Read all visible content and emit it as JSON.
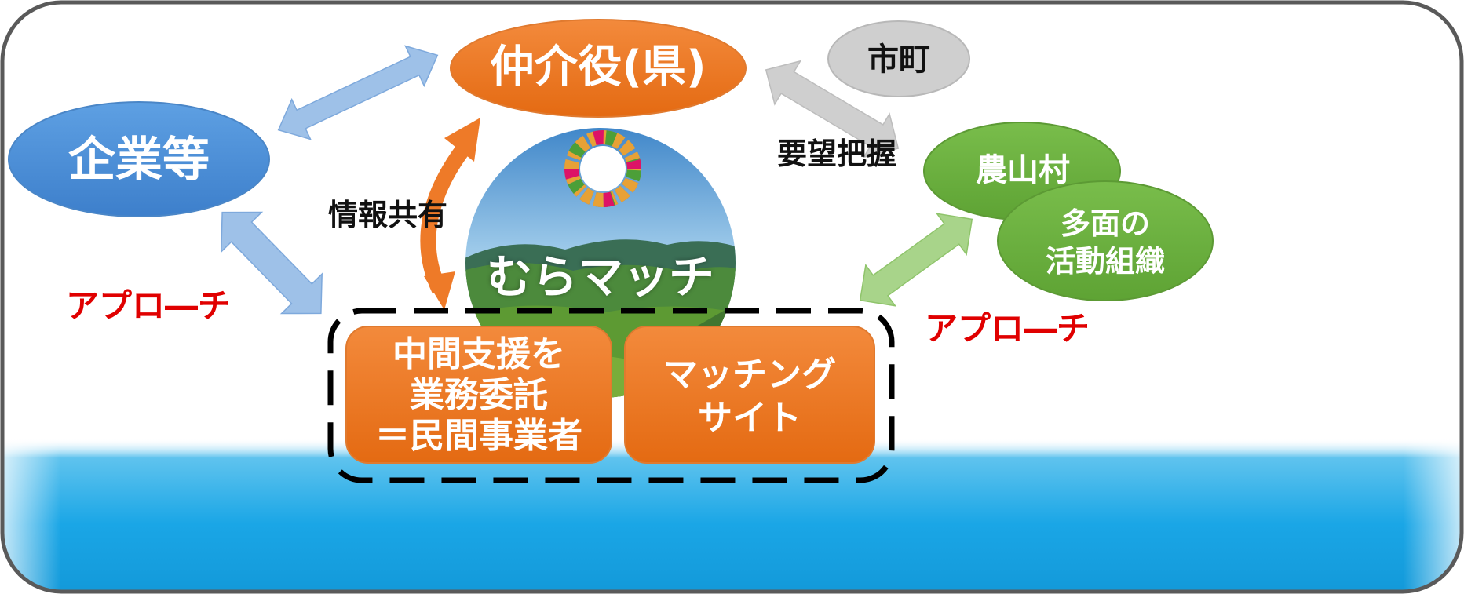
{
  "nodes": {
    "mediator": "仲介役(県)",
    "companies": "企業等",
    "municipality": "市町",
    "village": "農山村",
    "activity_org": "多面の\n活動組織",
    "platform": "むらマッチ",
    "intermediary": "中間支援を\n業務委託\n＝民間事業者",
    "matching_site": "マッチング\nサイト"
  },
  "edge_labels": {
    "info_sharing": "情報共有",
    "needs_grasp": "要望把握",
    "approach_left": "アプロ―チ",
    "approach_right": "アプロ―チ"
  },
  "colors": {
    "orange": "#ee7a28",
    "blue": "#4d8fd6",
    "gray": "#cfcfcf",
    "green": "#6eb33f",
    "red": "#e00000",
    "frame": "#5a5a5a"
  }
}
